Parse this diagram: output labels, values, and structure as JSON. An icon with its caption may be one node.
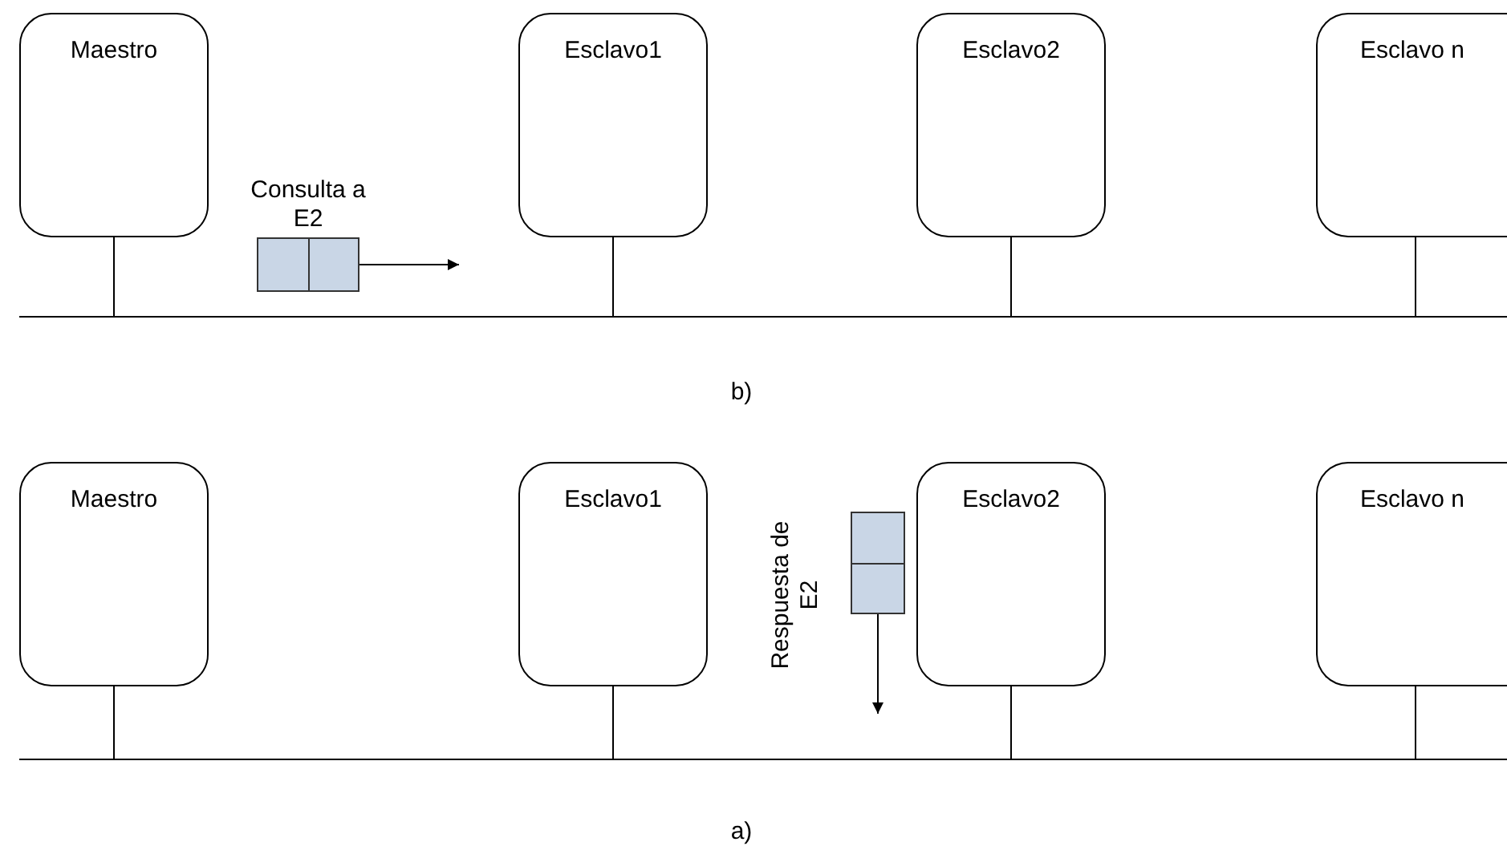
{
  "diagram": {
    "nodes": [
      {
        "text": [
          "Maestro"
        ]
      },
      {
        "text": [
          "Esclavo1"
        ]
      },
      {
        "text": [
          "Esclavo2"
        ]
      },
      {
        "text": [
          "Esclavo n"
        ]
      },
      {
        "text": [],
        "shape": "bar"
      },
      {
        "text": [],
        "shape": "box",
        "beside": [
          "Consulta a E2"
        ]
      },
      {
        "text": [
          "Maestro"
        ]
      },
      {
        "text": [
          "Esclavo1"
        ]
      },
      {
        "text": [
          "Esclavo2"
        ]
      },
      {
        "text": [
          "Esclavo n"
        ]
      },
      {
        "text": [],
        "shape": "bar"
      },
      {
        "text": [],
        "shape": "box",
        "beside": [
          "Respuesta de E2"
        ]
      }
    ],
    "edges": [
      {
        "from": 0,
        "to": 4,
        "arrow": "none"
      },
      {
        "from": 1,
        "to": 4,
        "arrow": "none"
      },
      {
        "from": 2,
        "to": 4,
        "arrow": "none"
      },
      {
        "from": 3,
        "to": 4,
        "arrow": "none"
      },
      {
        "from": 5,
        "to": null,
        "arrow": "to"
      },
      {
        "from": 6,
        "to": 10,
        "arrow": "none"
      },
      {
        "from": 7,
        "to": 10,
        "arrow": "none"
      },
      {
        "from": 8,
        "to": 10,
        "arrow": "none"
      },
      {
        "from": 9,
        "to": 10,
        "arrow": "none"
      },
      {
        "from": 11,
        "to": null,
        "arrow": "to"
      }
    ],
    "labels": [
      "b)",
      "a)"
    ]
  }
}
